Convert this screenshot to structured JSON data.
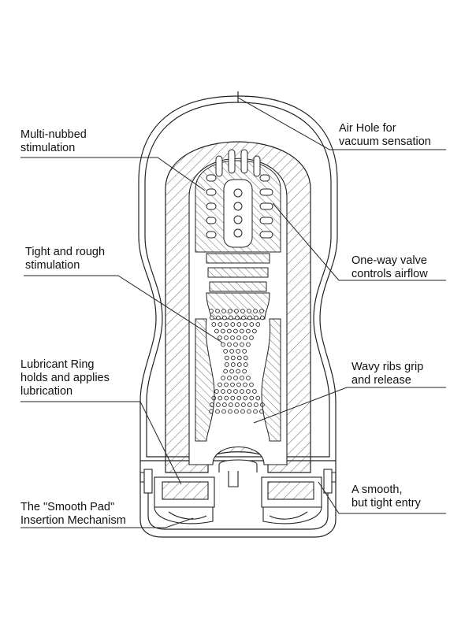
{
  "labels": {
    "multi_nubbed": "Multi-nubbed\nstimulation",
    "tight_rough": "Tight and rough\nstimulation",
    "lubricant_ring": "Lubricant Ring\nholds and applies\nlubrication",
    "smooth_pad": "The \"Smooth Pad\"\nInsertion Mechanism",
    "air_hole": "Air Hole for\nvacuum sensation",
    "one_way_valve": "One-way valve\ncontrols airflow",
    "wavy_ribs": "Wavy ribs grip\nand release",
    "smooth_entry": "A smooth,\nbut tight entry"
  },
  "colors": {
    "line": "#222222",
    "background": "#ffffff"
  }
}
